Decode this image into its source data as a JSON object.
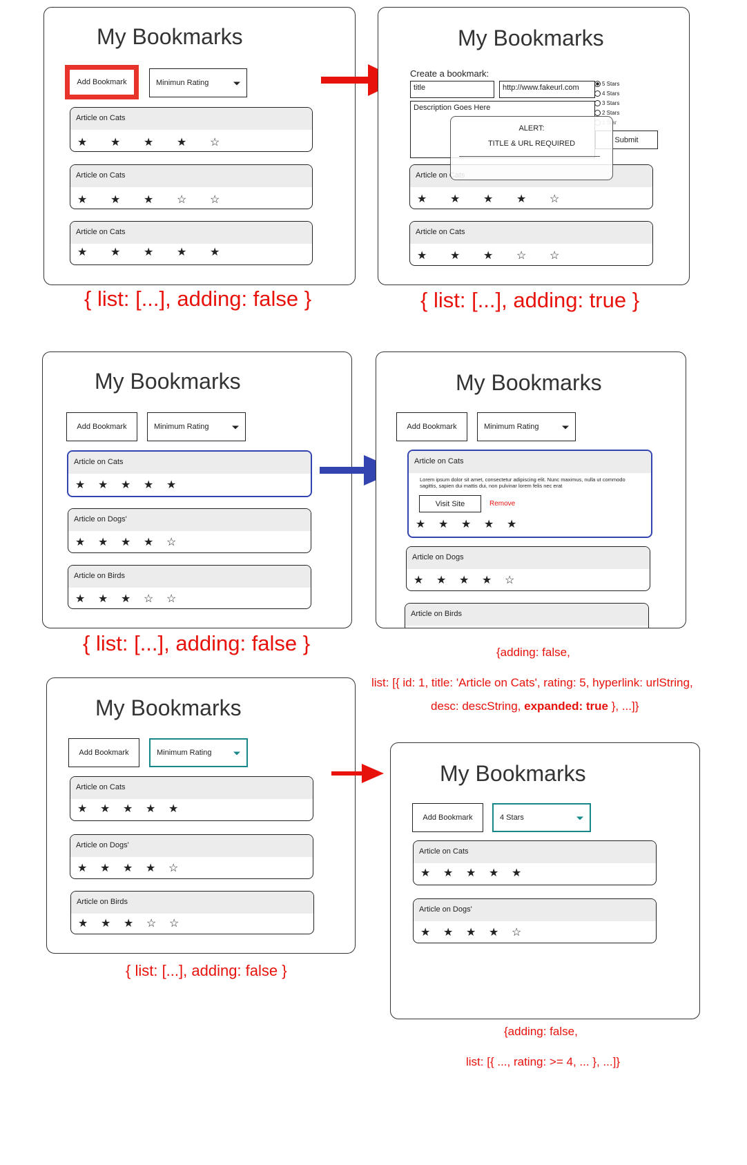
{
  "app_title": "My Bookmarks",
  "add_label": "Add Bookmark",
  "rating_label_a": "Minimun Rating",
  "rating_label_b": "Minimum Rating",
  "rating_label_selected": "4 Stars",
  "titles": {
    "cats": "Article on Cats",
    "dogs": "Article on Dogs'",
    "dogs_plain": "Article on Dogs",
    "birds": "Article on Birds"
  },
  "form": {
    "heading": "Create a bookmark:",
    "title_value": "title",
    "url_value": "http://www.fakeurl.com",
    "desc_value": "Description Goes Here",
    "submit": "Submit",
    "radios": [
      "5 Stars",
      "4 Stars",
      "3 Stars",
      "2 Stars",
      "1 Star"
    ],
    "alert_heading": "ALERT:",
    "alert_text": "TITLE & URL REQUIRED"
  },
  "expanded": {
    "desc": "Lorem ipsum dolor sit amet, consectetur adipiscing elit. Nunc maximus, nulla ut commodo sagittis, sapien dui mattis dui, non pulvinar lorem felis nec erat",
    "visit": "Visit Site",
    "remove": "Remove"
  },
  "states": {
    "s1": "{ list: [...], adding: false }",
    "s2": "{ list: [...], adding: true }",
    "s3": "{ list: [...], adding: false }",
    "s4_line1": "{adding: false,",
    "s4_line2": "list: [{ id: 1, title: 'Article on Cats', rating: 5, hyperlink: urlString,",
    "s4_line3a": "desc: descString, ",
    "s4_line3b": "expanded: true",
    "s4_line3c": " }, ...]}",
    "s5": "{ list: [...], adding: false }",
    "s6_line1": "{adding: false,",
    "s6_line2": "list: [{ ..., rating: >= 4, ... }, ...]}"
  },
  "icons": {
    "star_filled": "★",
    "star_empty": "☆"
  },
  "colors": {
    "red": "#e8120c",
    "blue": "#3344b0",
    "teal": "#17888a"
  }
}
